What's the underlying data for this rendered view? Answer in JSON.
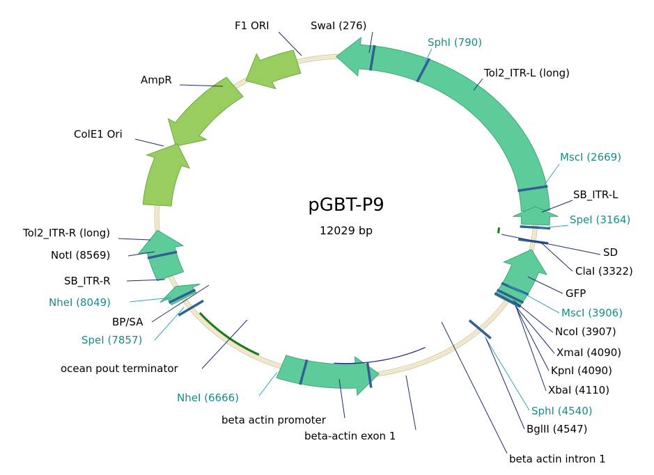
{
  "plasmid": {
    "name": "pGBT-P9",
    "size_label": "12029 bp"
  },
  "colors": {
    "backbone": "#e6dcbc",
    "feature_teal": "#5ecb9b",
    "feature_teal_stroke": "#3aa777",
    "feature_green": "#98cd5f",
    "feature_green_stroke": "#6ca83c",
    "site_mark": "#2f5f96",
    "terminator": "#1a7a1a",
    "intron": "#1a1a80"
  },
  "features": {
    "f1_ori": "F1 ORI",
    "ampr": "AmpR",
    "cole1_ori": "ColE1 Ori",
    "tol2_itr_l": "Tol2_ITR-L (long)",
    "sb_itr_l": "SB_ITR-L",
    "sd": "SD",
    "gfp": "GFP",
    "tol2_itr_r": "Tol2_ITR-R (long)",
    "sb_itr_r": "SB_ITR-R",
    "bp_sa": "BP/SA",
    "ocean_pout": "ocean pout terminator",
    "beta_actin_promoter": "beta actin promoter",
    "beta_actin_exon1": "beta-actin exon 1",
    "beta_actin_intron1": "beta actin intron 1"
  },
  "sites": {
    "swai": "SwaI (276)",
    "sphi_790": "SphI (790)",
    "msci_2669": "MscI (2669)",
    "spei_3164": "SpeI (3164)",
    "clai": "ClaI (3322)",
    "msci_3906": "MscI (3906)",
    "ncoi": "NcoI (3907)",
    "xmai": "XmaI (4090)",
    "kpni": "KpnI (4090)",
    "xbai": "XbaI (4110)",
    "sphi_4540": "SphI (4540)",
    "bglii": "BglII (4547)",
    "noti": "NotI (8569)",
    "nhei_8049": "NheI (8049)",
    "spei_7857": "SpeI (7857)",
    "nhei_6666": "NheI (6666)"
  }
}
